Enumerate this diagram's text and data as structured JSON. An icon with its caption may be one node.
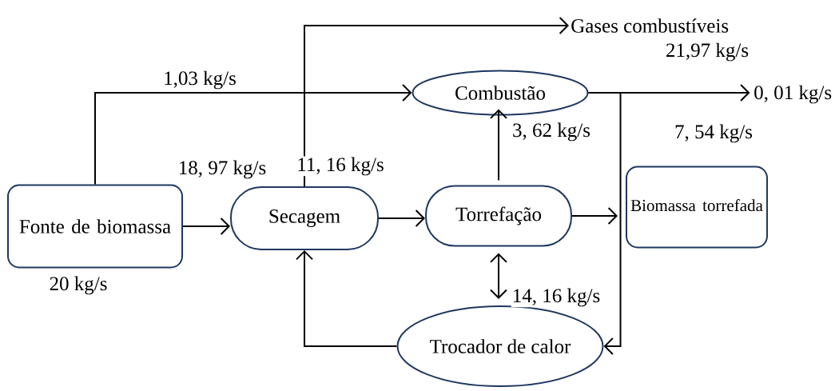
{
  "diagram": {
    "nodes": [
      {
        "text": [
          "Fonte de biomassa"
        ],
        "beside": [
          "20 kg/s"
        ]
      },
      {
        "text": [
          "Secagem"
        ]
      },
      {
        "text": [
          "Torrefação"
        ]
      },
      {
        "text": [
          "Combustão"
        ]
      },
      {
        "text": [
          "Biomassa torrefada"
        ]
      },
      {
        "text": [
          "Trocador de calor"
        ]
      },
      {
        "text": [
          "Gases combustíveis"
        ],
        "beside": [
          "21,97 kg/s"
        ]
      }
    ],
    "edges": [
      {
        "from": 0,
        "to": 3,
        "arrow": "to",
        "label": "1,03 kg/s"
      },
      {
        "from": 0,
        "to": 1,
        "arrow": "to",
        "label": "18, 97 kg/s"
      },
      {
        "from": 1,
        "to": 6,
        "arrow": "to",
        "label": "11, 16 kg/s"
      },
      {
        "from": 1,
        "to": 2,
        "arrow": "to"
      },
      {
        "from": 2,
        "to": 3,
        "arrow": "to",
        "label": "3, 62 kg/s"
      },
      {
        "from": 2,
        "to": 4,
        "arrow": "to"
      },
      {
        "from": 2,
        "to": 5,
        "arrow": "both",
        "label": "14, 16 kg/s"
      },
      {
        "from": 3,
        "to": null,
        "arrow": "to",
        "label": "0, 01 kg/s"
      },
      {
        "from": 3,
        "to": 5,
        "arrow": "to"
      },
      {
        "from": 5,
        "to": 1,
        "arrow": "to"
      }
    ],
    "labels": [
      "7, 54 kg/s"
    ]
  }
}
